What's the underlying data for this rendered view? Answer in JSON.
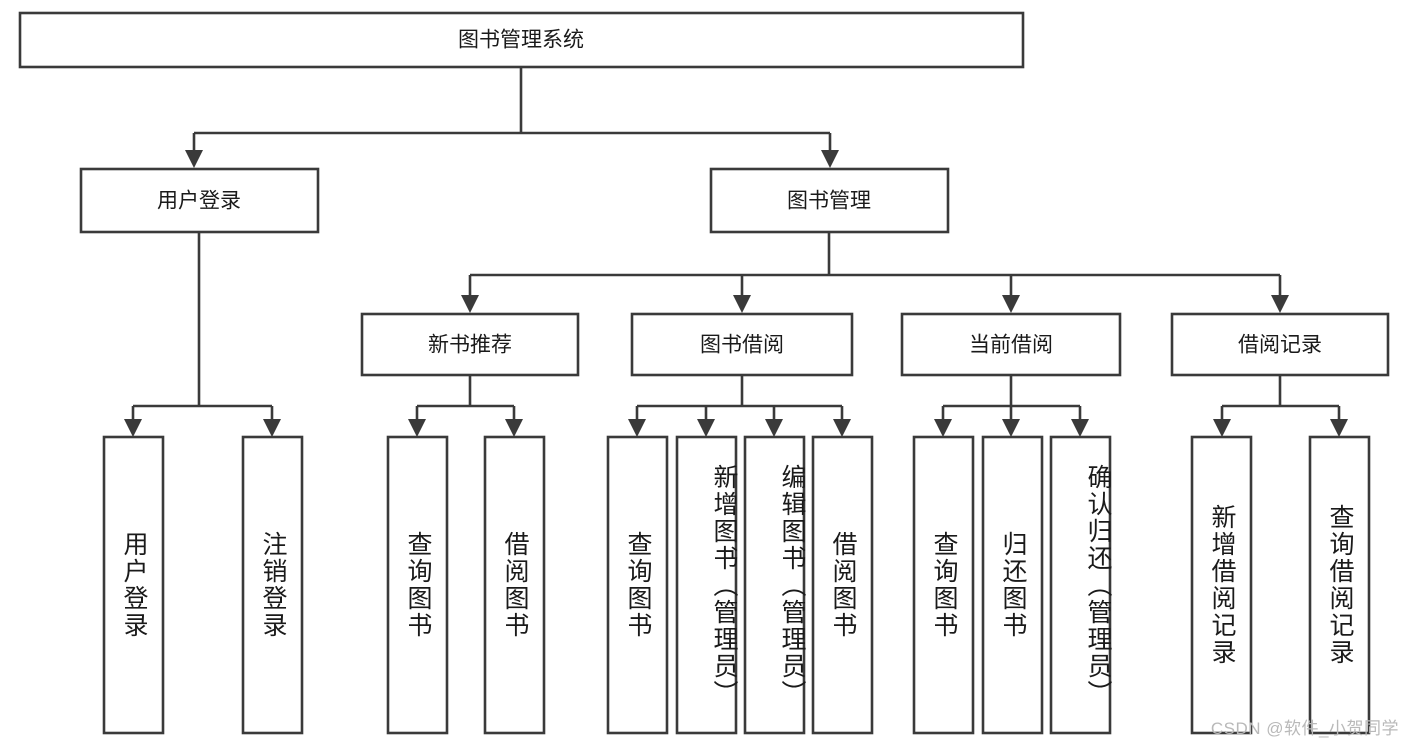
{
  "diagram": {
    "type": "tree",
    "title": "图书管理系统",
    "watermark": "CSDN @软件_小贺同学",
    "colors": {
      "box_stroke": "#3a3a3a",
      "box_fill": "#ffffff",
      "text": "#1a1a1a",
      "background": "#ffffff",
      "watermark": "#b9b9b9"
    },
    "levels": {
      "root": {
        "label": "图书管理系统"
      },
      "level2": [
        {
          "label": "用户登录"
        },
        {
          "label": "图书管理"
        }
      ],
      "level3": [
        {
          "label": "新书推荐"
        },
        {
          "label": "图书借阅"
        },
        {
          "label": "当前借阅"
        },
        {
          "label": "借阅记录"
        }
      ],
      "leaves": {
        "user_login": [
          {
            "label": "用户登录"
          },
          {
            "label": "注销登录"
          }
        ],
        "new_book_recommend": [
          {
            "label": "查询图书"
          },
          {
            "label": "借阅图书"
          }
        ],
        "book_borrow": [
          {
            "label": "查询图书"
          },
          {
            "label": "新增图书（管理员）"
          },
          {
            "label": "编辑图书（管理员）"
          },
          {
            "label": "借阅图书"
          }
        ],
        "current_borrow": [
          {
            "label": "查询图书"
          },
          {
            "label": "归还图书"
          },
          {
            "label": "确认归还（管理员）"
          }
        ],
        "borrow_record": [
          {
            "label": "新增借阅记录"
          },
          {
            "label": "查询借阅记录"
          }
        ]
      }
    }
  }
}
